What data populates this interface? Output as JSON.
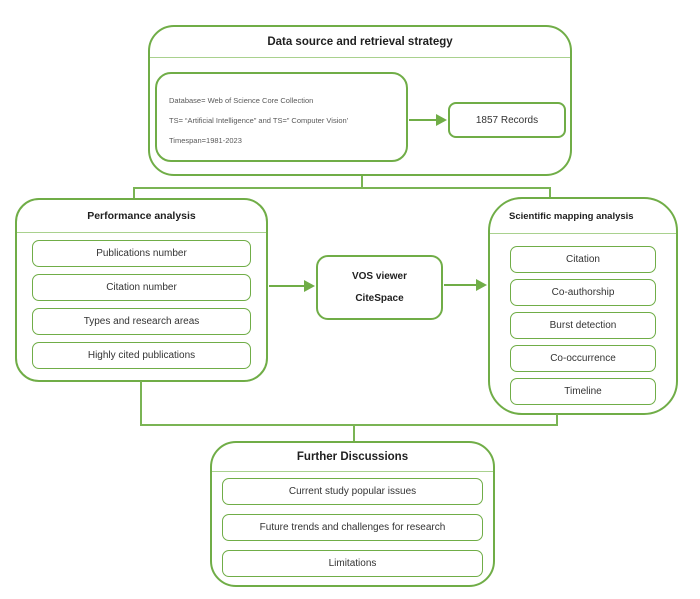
{
  "colors": {
    "accent_green": "#70AD47",
    "divider_green": "#A9D18E",
    "text_dark": "#1f1f1f"
  },
  "data_source": {
    "title": "Data source and retrieval strategy",
    "query_line1": "Database= Web of Science Core Collection",
    "query_line2": "TS= “Artificial Intelligence” and TS=” Computer Vision’",
    "query_line3": "Timespan=1981-2023",
    "records": "1857 Records"
  },
  "performance": {
    "title": "Performance analysis",
    "items": [
      "Publications number",
      "Citation number",
      "Types and research areas",
      "Highly cited publications"
    ]
  },
  "tools": {
    "line1": "VOS viewer",
    "line2": "CiteSpace"
  },
  "mapping": {
    "title": "Scientific mapping analysis",
    "items": [
      "Citation",
      "Co-authorship",
      "Burst detection",
      "Co-occurrence",
      "Timeline"
    ]
  },
  "discussions": {
    "title": "Further Discussions",
    "items": [
      "Current study popular issues",
      "Future trends and challenges for research",
      "Limitations"
    ]
  }
}
